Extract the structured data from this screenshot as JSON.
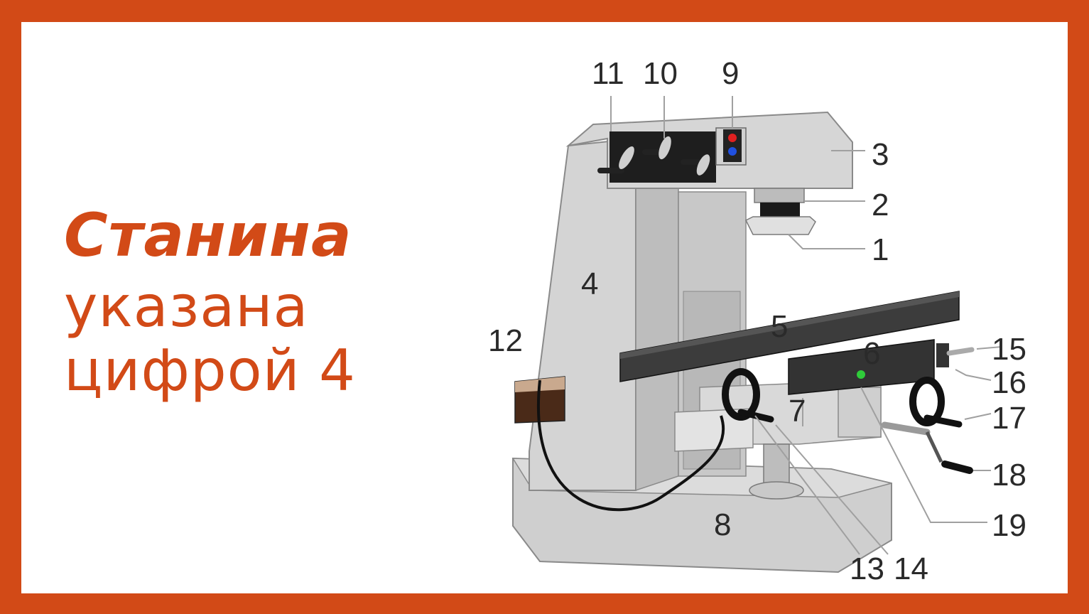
{
  "heading": {
    "title": "Станина",
    "line2": "указана",
    "line3": "цифрой 4"
  },
  "diagram": {
    "callouts": [
      "1",
      "2",
      "3",
      "4",
      "5",
      "6",
      "7",
      "8",
      "9",
      "10",
      "11",
      "12",
      "13",
      "14",
      "15",
      "16",
      "17",
      "18",
      "19"
    ]
  },
  "colors": {
    "accent": "#d24a17",
    "machine_body": "#cfcfcf",
    "table_top": "#3a3a3a"
  }
}
